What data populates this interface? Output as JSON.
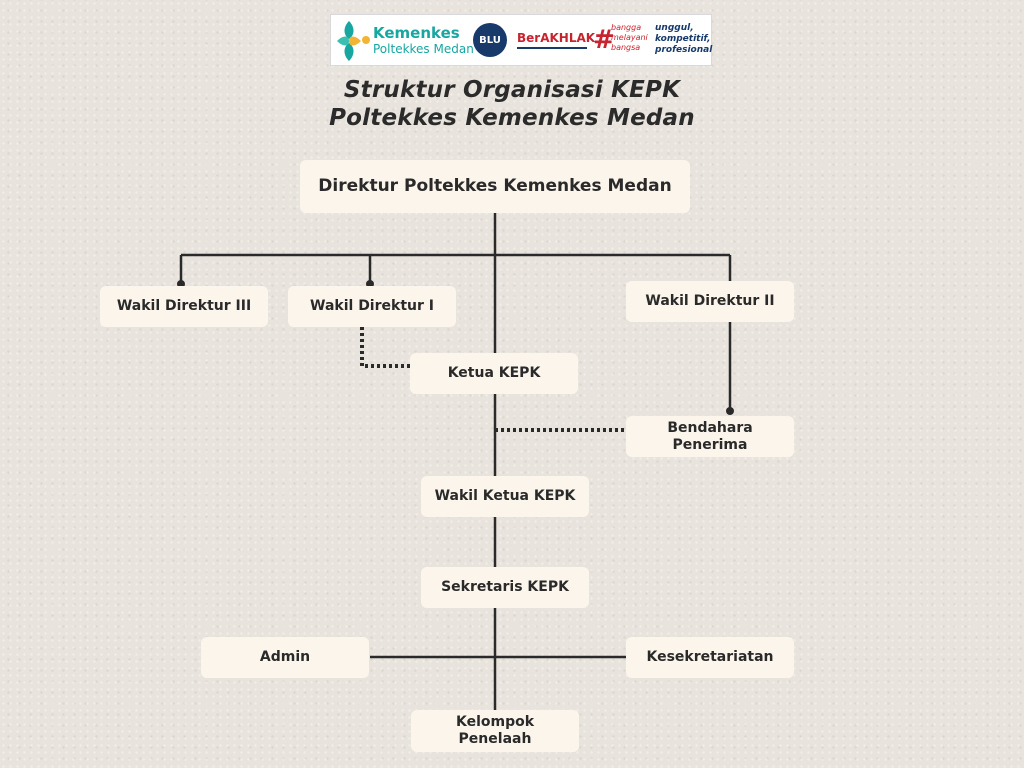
{
  "banner": {
    "kemenkes": "Kemenkes",
    "poltekkes": "Poltekkes Medan",
    "blu": "BLU",
    "berakhlak": "BerAKHLAK",
    "bangga": [
      "bangga",
      "melayani",
      "bangsa"
    ],
    "tagline": [
      "unggul,",
      "kompetitif,",
      "profesional"
    ],
    "colors": {
      "teal": "#17a7a0",
      "red": "#c8242f",
      "navy": "#173a6b"
    }
  },
  "title": {
    "line1": "Struktur Organisasi KEPK",
    "line2": "Poltekkes Kemenkes Medan"
  },
  "nodes": {
    "direktur": "Direktur Poltekkes Kemenkes Medan",
    "wadir3": "Wakil Direktur III",
    "wadir1": "Wakil Direktur I",
    "wadir2": "Wakil Direktur II",
    "ketua": "Ketua KEPK",
    "bendahara": "Bendahara Penerima",
    "wakil_ketua": "Wakil Ketua KEPK",
    "sekretaris": "Sekretaris KEPK",
    "admin": "Admin",
    "kesekretariatan": "Kesekretariatan",
    "kelompok": "Kelompok\nPenelaah"
  },
  "connections": [
    {
      "from": "direktur",
      "to": "wadir3",
      "style": "solid"
    },
    {
      "from": "direktur",
      "to": "wadir1",
      "style": "solid"
    },
    {
      "from": "direktur",
      "to": "wadir2",
      "style": "solid"
    },
    {
      "from": "direktur",
      "to": "ketua",
      "style": "solid"
    },
    {
      "from": "wadir1",
      "to": "ketua",
      "style": "dotted"
    },
    {
      "from": "wadir2",
      "to": "bendahara",
      "style": "solid"
    },
    {
      "from": "ketua",
      "to": "bendahara",
      "style": "dotted"
    },
    {
      "from": "ketua",
      "to": "wakil_ketua",
      "style": "solid"
    },
    {
      "from": "wakil_ketua",
      "to": "sekretaris",
      "style": "solid"
    },
    {
      "from": "sekretaris",
      "to": "admin",
      "style": "solid"
    },
    {
      "from": "sekretaris",
      "to": "kesekretariatan",
      "style": "solid"
    },
    {
      "from": "sekretaris",
      "to": "kelompok",
      "style": "solid"
    }
  ],
  "colors": {
    "line": "#2a2a2a",
    "box": "#fbf5ec",
    "text": "#2a2a2a"
  }
}
